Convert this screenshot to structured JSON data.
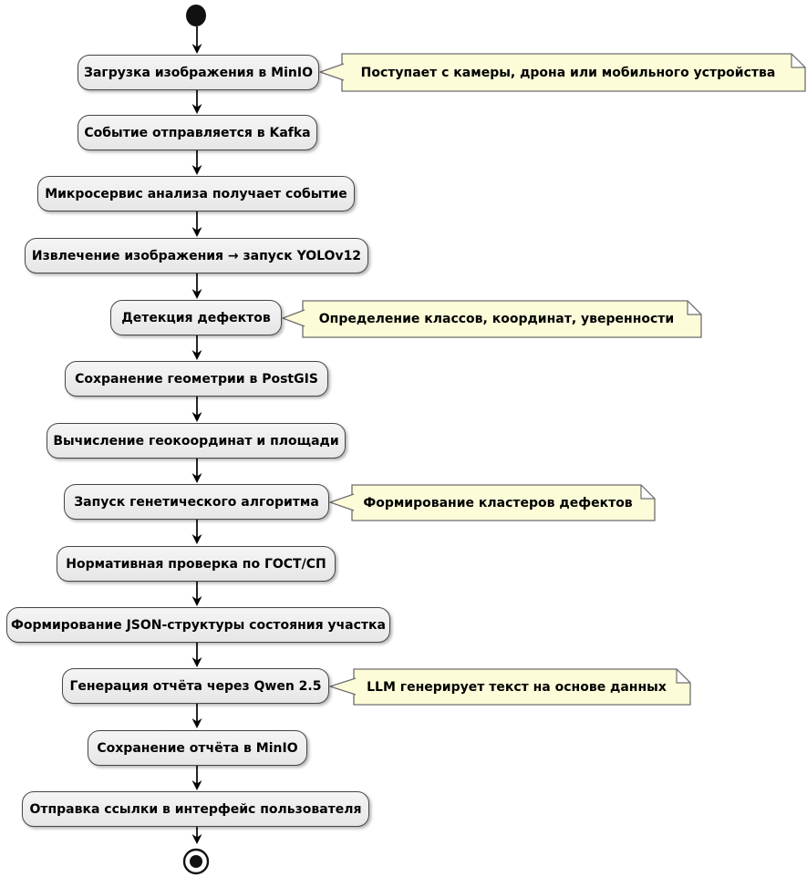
{
  "diagram": {
    "kind": "activity-flowchart",
    "direction": "top-to-bottom",
    "start_node": "filled-circle",
    "end_node": "circled-dot"
  },
  "activities": [
    {
      "label": "Загрузка изображения в MinIO"
    },
    {
      "label": "Событие отправляется в Kafka"
    },
    {
      "label": "Микросервис анализа получает событие"
    },
    {
      "label": "Извлечение изображения → запуск YOLOv12"
    },
    {
      "label": "Детекция дефектов"
    },
    {
      "label": "Сохранение геометрии в PostGIS"
    },
    {
      "label": "Вычисление геокоординат и площади"
    },
    {
      "label": "Запуск генетического алгоритма"
    },
    {
      "label": "Нормативная проверка по ГОСТ/СП"
    },
    {
      "label": "Формирование JSON-структуры состояния участка"
    },
    {
      "label": "Генерация отчёта через Qwen 2.5"
    },
    {
      "label": "Сохранение отчёта в MinIO"
    },
    {
      "label": "Отправка ссылки в интерфейс пользователя"
    }
  ],
  "notes": [
    {
      "text": "Поступает с камеры, дрона или мобильного устройства",
      "attached_to_activity": 0
    },
    {
      "text": "Определение классов, координат, уверенности",
      "attached_to_activity": 4
    },
    {
      "text": "Формирование кластеров дефектов",
      "attached_to_activity": 7
    },
    {
      "text": "LLM генерирует текст на основе данных",
      "attached_to_activity": 10
    }
  ],
  "colors": {
    "activity_fill": "#EFEFEF",
    "activity_border": "#464646",
    "note_fill": "#FCFCD9",
    "note_border": "#6E6E6E",
    "arrow": "#000000",
    "text": "#000000",
    "background": "#FFFFFF"
  }
}
